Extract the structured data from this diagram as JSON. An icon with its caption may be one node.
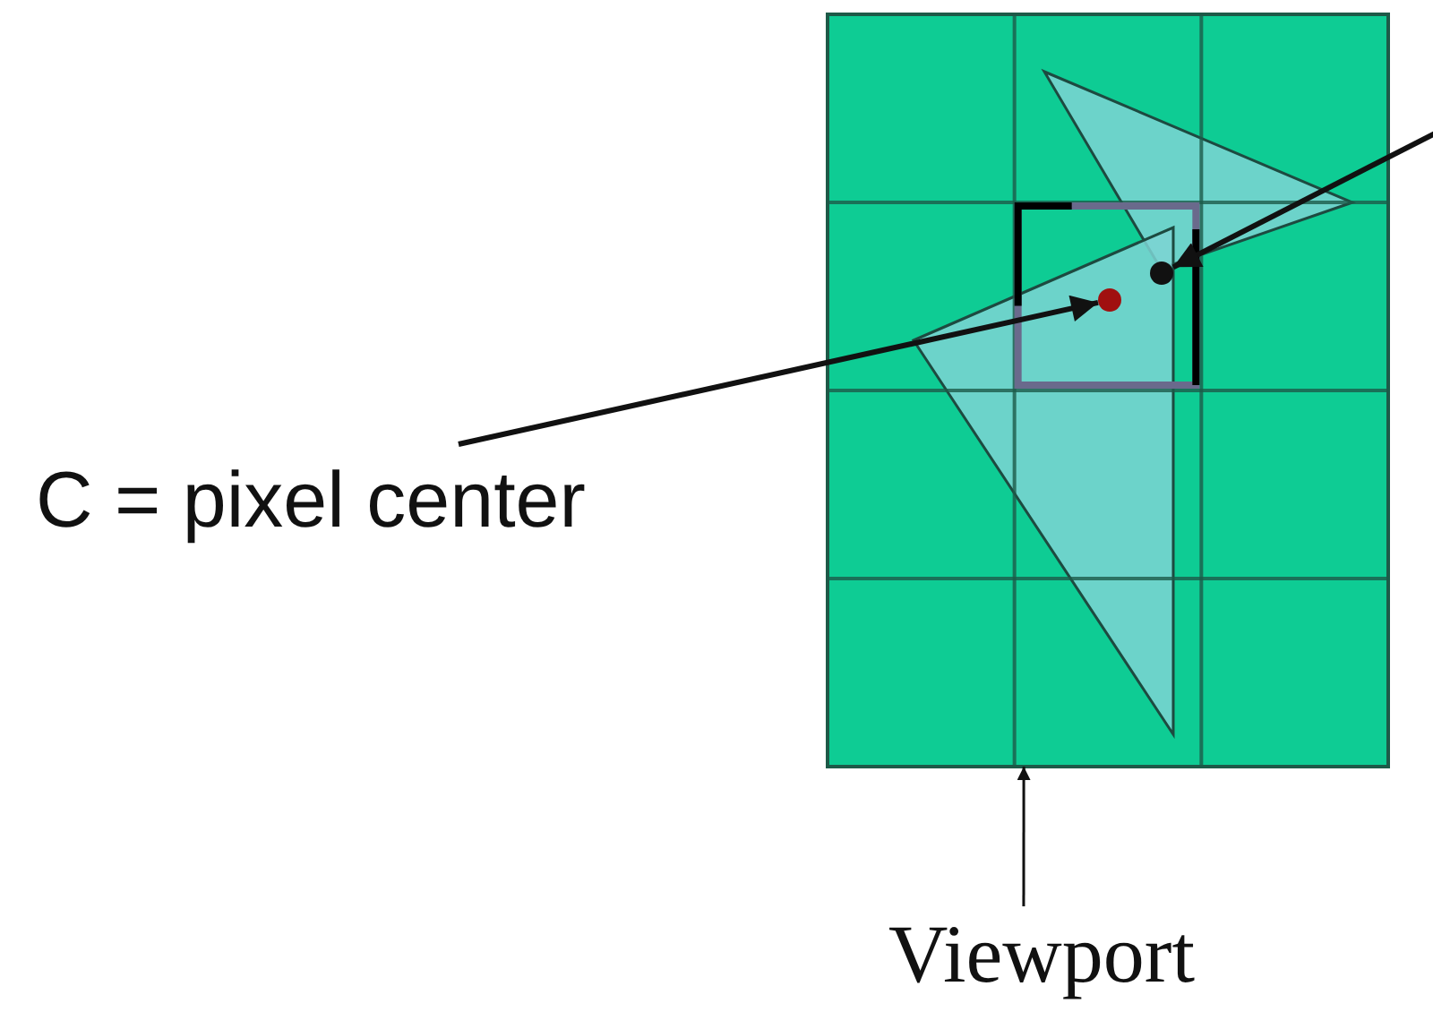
{
  "diagram": {
    "nodes": [
      {
        "text": [
          "C = pixel center"
        ]
      },
      {
        "text": [],
        "shape": "circle",
        "in": 4
      },
      {
        "text": [],
        "shape": "circle",
        "in": 4
      },
      {
        "text": [
          "Viewport"
        ]
      },
      {
        "text": [],
        "shape": "box"
      }
    ],
    "edges": [
      {
        "from": 0,
        "to": 1,
        "arrow": "to"
      },
      {
        "from": null,
        "to": 2,
        "arrow": "to"
      },
      {
        "from": 3,
        "to": 4,
        "arrow": "to"
      }
    ]
  }
}
